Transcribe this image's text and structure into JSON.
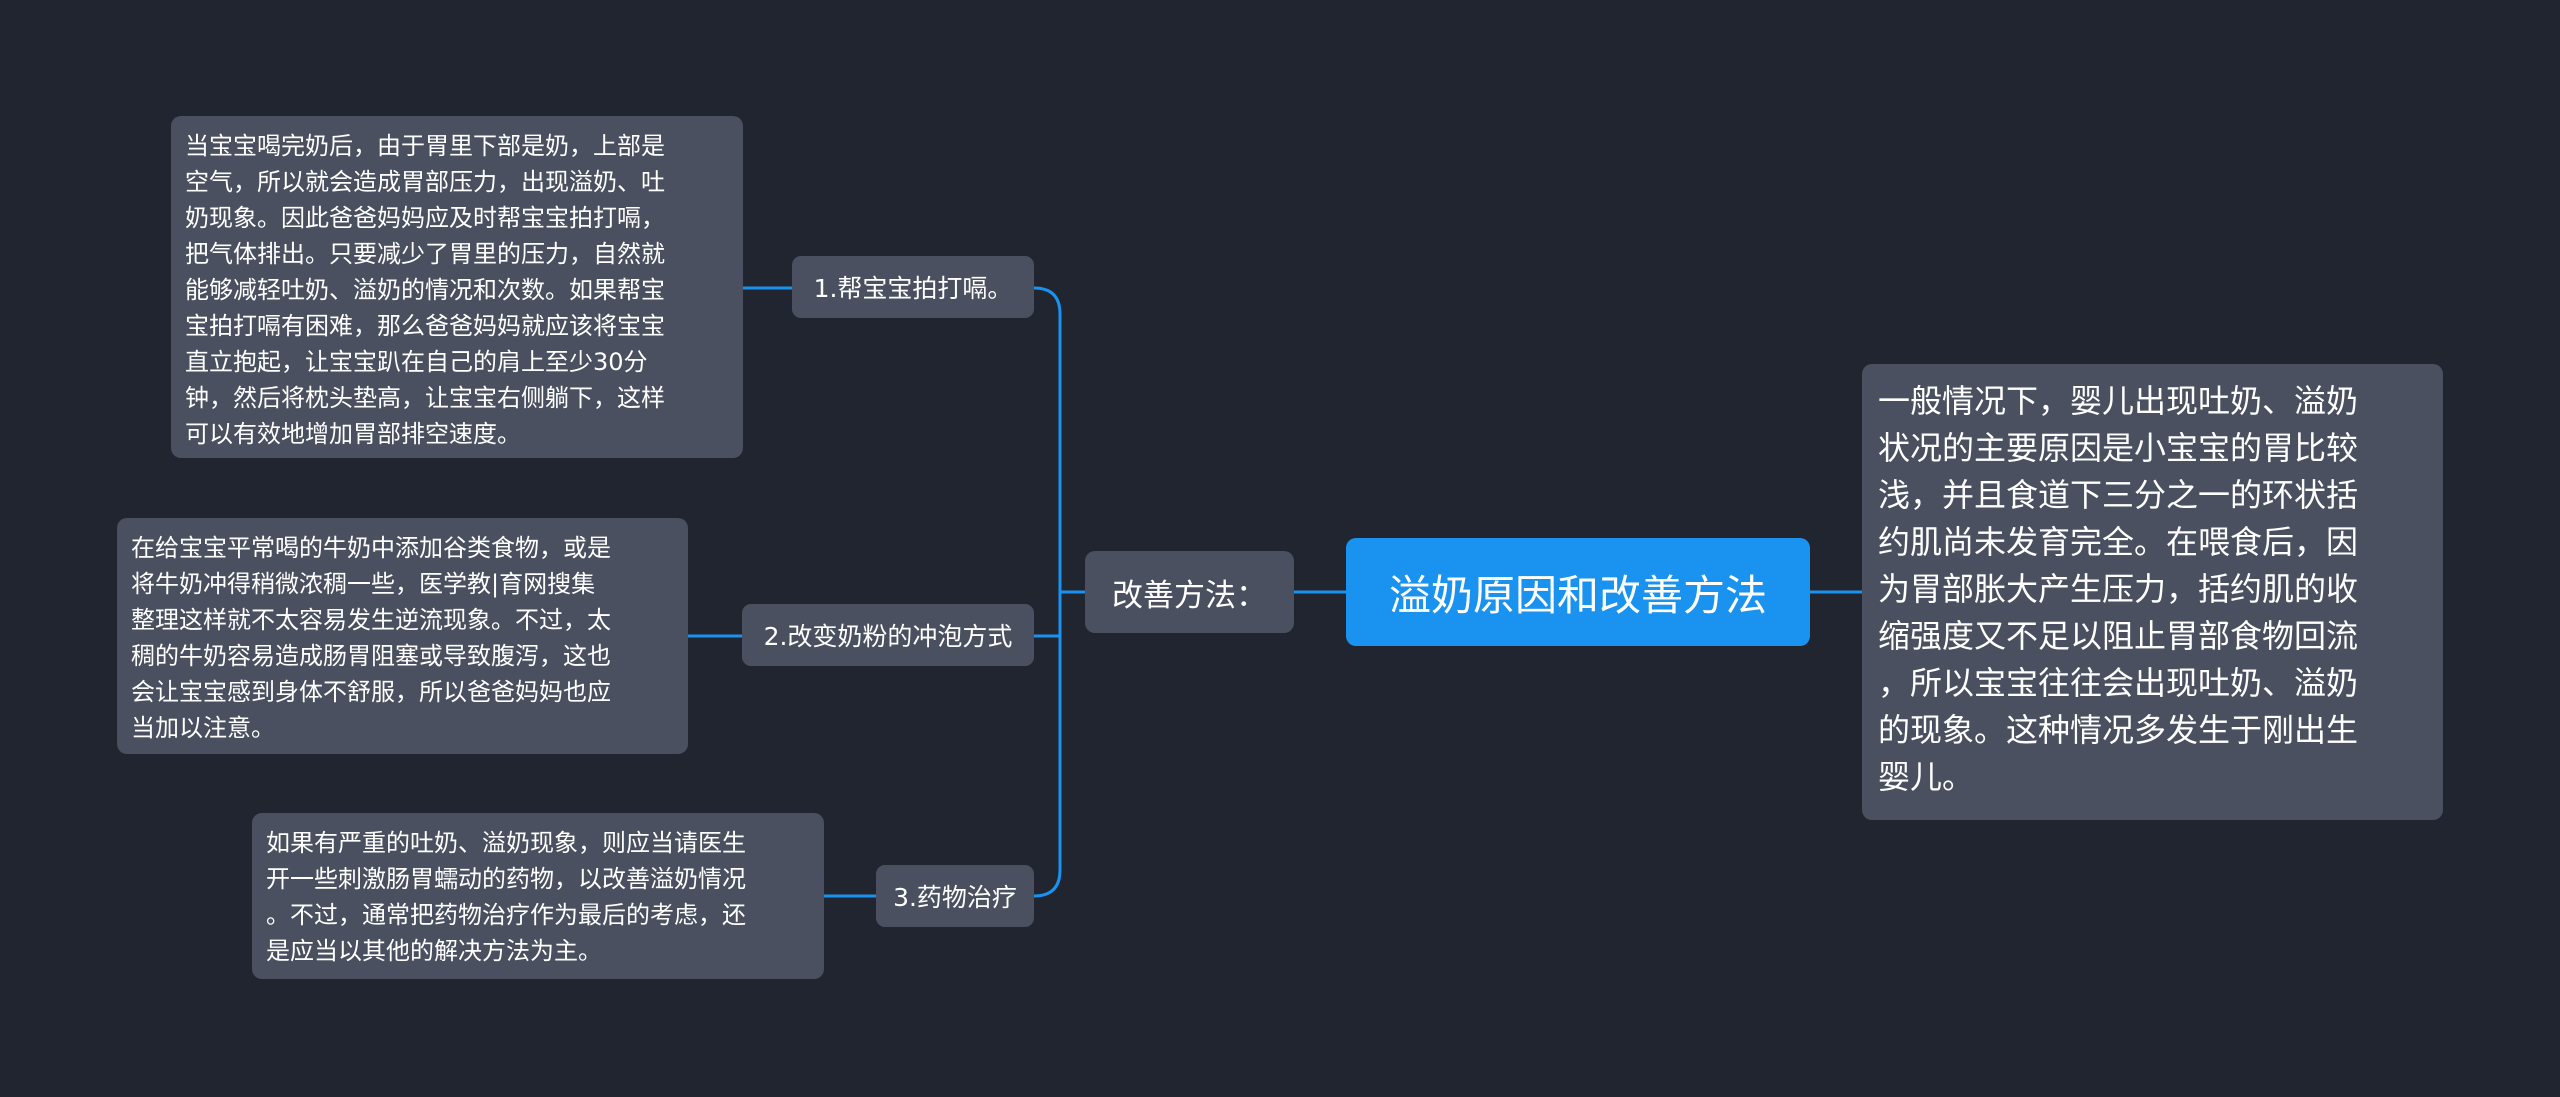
{
  "central_topic": "溢奶原因和改善方法",
  "branch_label": "改善方法：",
  "methods": [
    {
      "label": "1.帮宝宝拍打嗝。",
      "detail": "当宝宝喝完奶后，由于胃里下部是奶，上部是\n空气，所以就会造成胃部压力，出现溢奶、吐\n奶现象。因此爸爸妈妈应及时帮宝宝拍打嗝，\n把气体排出。只要减少了胃里的压力，自然就\n能够减轻吐奶、溢奶的情况和次数。如果帮宝\n宝拍打嗝有困难，那么爸爸妈妈就应该将宝宝\n直立抱起，让宝宝趴在自己的肩上至少30分\n钟，然后将枕头垫高，让宝宝右侧躺下，这样\n可以有效地增加胃部排空速度。"
    },
    {
      "label": "2.改变奶粉的冲泡方式",
      "detail": "在给宝宝平常喝的牛奶中添加谷类食物，或是\n将牛奶冲得稍微浓稠一些，医学教|育网搜集\n整理这样就不太容易发生逆流现象。不过，太\n稠的牛奶容易造成肠胃阻塞或导致腹泻，这也\n会让宝宝感到身体不舒服，所以爸爸妈妈也应\n当加以注意。"
    },
    {
      "label": "3.药物治疗",
      "detail": "如果有严重的吐奶、溢奶现象，则应当请医生\n开一些刺激肠胃蠕动的药物，以改善溢奶情况\n。不过，通常把药物治疗作为最后的考虑，还\n是应当以其他的解决方法为主。"
    }
  ],
  "cause": "一般情况下，婴儿出现吐奶、溢奶\n状况的主要原因是小宝宝的胃比较\n浅，并且食道下三分之一的环状括\n约肌尚未发育完全。在喂食后，因\n为胃部胀大产生压力，括约肌的收\n缩强度又不足以阻止胃部食物回流\n，所以宝宝往往会出现吐奶、溢奶\n的现象。这种情况多发生于刚出生\n婴儿。",
  "colors": {
    "background": "#212530",
    "topic": "#1a93f0",
    "node": "#4a5060",
    "connector": "#1a93f0"
  }
}
